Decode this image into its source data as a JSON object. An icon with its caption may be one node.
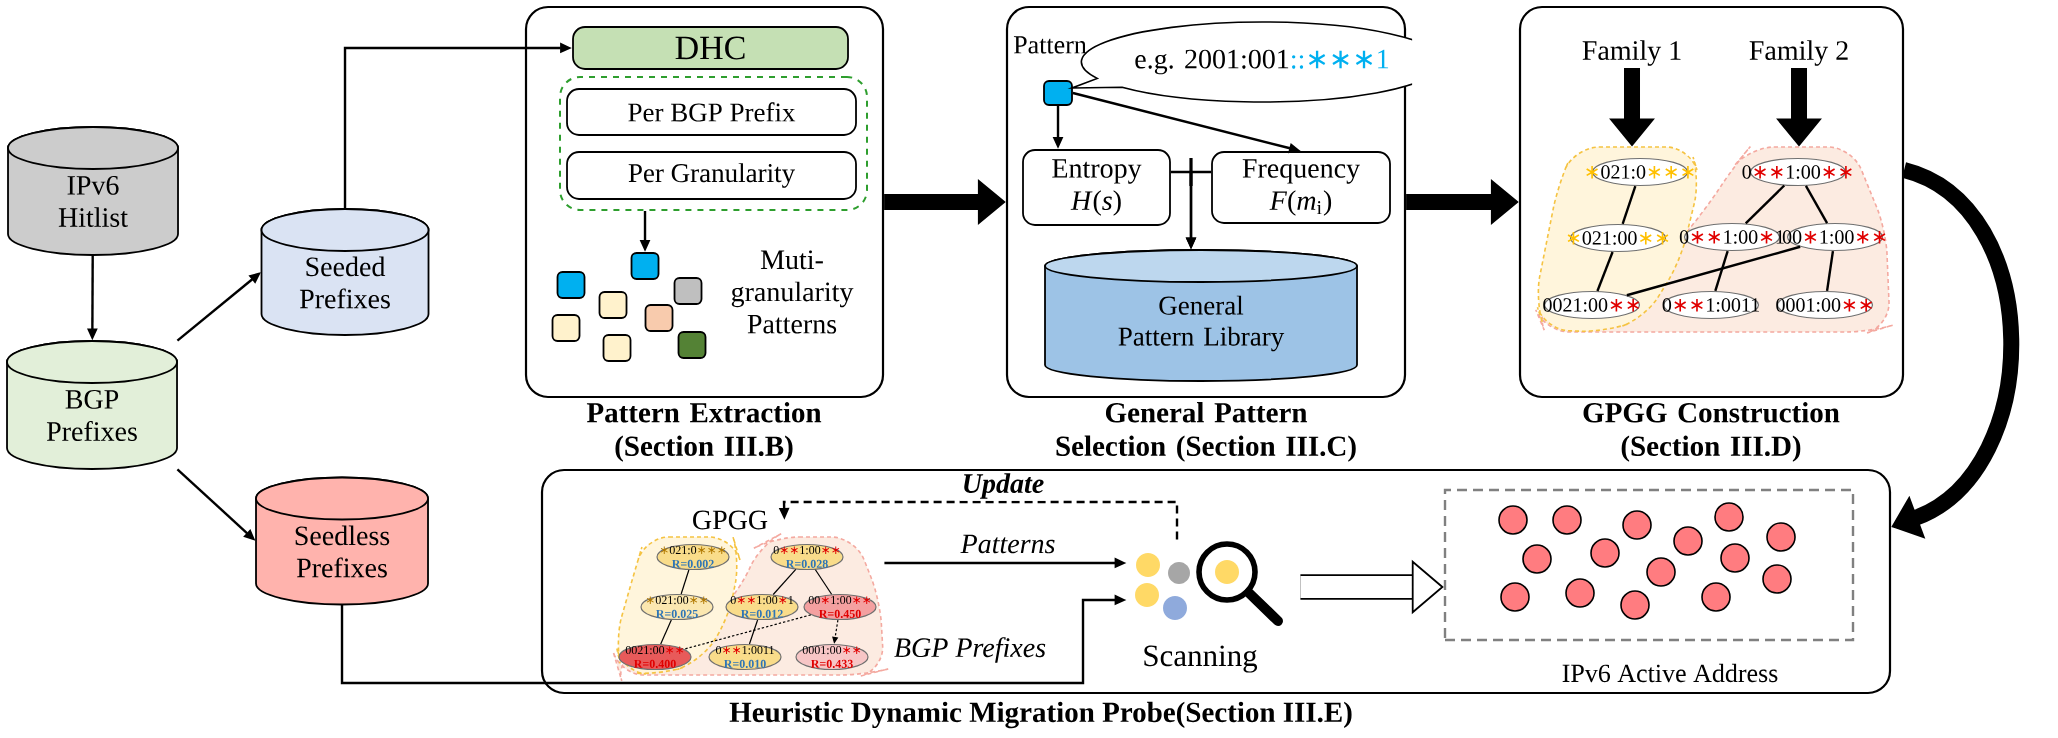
{
  "diagram": {
    "nodes": [
      {
        "text": [
          "IPv6 Hitlist"
        ]
      },
      {
        "text": [
          "BGP Prefixes"
        ]
      },
      {
        "text": [
          "Seeded Prefixes"
        ]
      },
      {
        "text": [
          "Seedless Prefixes"
        ]
      },
      {
        "text": [
          "Pattern Extraction (Section III.B)"
        ]
      },
      {
        "text": [
          "DHC"
        ],
        "in": 4
      },
      {
        "text": [],
        "shape": "box",
        "in": 4
      },
      {
        "text": [
          "Per BGP Prefix"
        ],
        "in": 6
      },
      {
        "text": [
          "Per Granularity"
        ],
        "in": 6
      },
      {
        "text": [],
        "shape": "box",
        "in": 4
      },
      {
        "text": [],
        "shape": "box",
        "in": 4
      },
      {
        "text": [],
        "shape": "box",
        "in": 4
      },
      {
        "text": [],
        "shape": "box",
        "in": 4
      },
      {
        "text": [],
        "shape": "box",
        "in": 4
      },
      {
        "text": [],
        "shape": "box",
        "in": 4
      },
      {
        "text": [],
        "shape": "box",
        "in": 4
      },
      {
        "text": [],
        "shape": "box",
        "in": 4
      },
      {
        "text": [
          "Muti- granularity Patterns"
        ],
        "in": 4
      },
      {
        "text": [
          "General Pattern Selection (Section III.C)"
        ]
      },
      {
        "text": [],
        "shape": "box",
        "in": 18
      },
      {
        "text": [
          "e.g. 2001:001",
          "::∗∗∗1"
        ],
        "in": 18
      },
      {
        "text": [
          "Entropy",
          "*H*(*s*)"
        ],
        "in": 18
      },
      {
        "text": [
          "Frequency",
          "*F*(*m*$_{i}$)"
        ],
        "in": 18
      },
      {
        "text": [
          "General Pattern Library"
        ],
        "in": 18
      },
      {
        "text": [
          "GPGG Construction (Section III.D)"
        ]
      },
      {
        "text": [
          "Family 1"
        ],
        "in": 24
      },
      {
        "text": [
          "Family 2"
        ],
        "in": 24
      },
      {
        "text": [],
        "shape": "blob",
        "in": 24
      },
      {
        "text": [],
        "shape": "blob",
        "in": 24
      },
      {
        "text": [
          "∗021:0∗∗∗"
        ],
        "in": 27
      },
      {
        "text": [
          "0∗∗1:00∗∗"
        ],
        "in": 28
      },
      {
        "text": [
          "∗021:00∗∗"
        ],
        "in": 27
      },
      {
        "text": [
          "0∗∗1:00∗1"
        ],
        "in": 28
      },
      {
        "text": [
          "00∗1:00∗∗"
        ],
        "in": 28
      },
      {
        "text": [
          "0021:00∗∗"
        ],
        "in": 27
      },
      {
        "text": [
          "0∗∗1:0011"
        ],
        "in": 28
      },
      {
        "text": [
          "0001:00∗∗"
        ],
        "in": 28
      },
      {
        "text": [
          "Heuristic Dynamic Migration Probe(Section III.E)"
        ]
      },
      {
        "text": [
          "GPGG"
        ],
        "in": 37
      },
      {
        "text": [],
        "shape": "blob",
        "in": 37
      },
      {
        "text": [],
        "shape": "blob",
        "in": 37
      },
      {
        "text": [
          "∗021:0∗∗∗",
          "R=0.002"
        ],
        "in": 39
      },
      {
        "text": [
          "0∗∗1:00∗∗",
          "R=0.028"
        ],
        "in": 40
      },
      {
        "text": [
          "∗021:00∗∗",
          "R=0.025"
        ],
        "in": 39
      },
      {
        "text": [
          "0∗∗1:00∗1",
          "R=0.012"
        ],
        "in": 40
      },
      {
        "text": [
          "00∗1:00∗∗",
          "R=0.450"
        ],
        "in": 40
      },
      {
        "text": [
          "0021:00∗∗",
          "R=0.400"
        ],
        "in": 39
      },
      {
        "text": [
          "0∗∗1:0011",
          "R=0.010"
        ],
        "in": 40
      },
      {
        "text": [
          "0001:00∗∗",
          "R=0.433"
        ],
        "in": 40
      },
      {
        "text": [
          "Scanning"
        ],
        "in": 37
      },
      {
        "text": [
          "IPv6 Active Address"
        ],
        "in": 37
      }
    ],
    "edges": [
      {
        "from": 0,
        "to": 1,
        "arrow": "to"
      },
      {
        "from": 1,
        "to": 2,
        "arrow": "to"
      },
      {
        "from": 1,
        "to": 3,
        "arrow": "to"
      },
      {
        "from": 2,
        "to": 5,
        "arrow": "to"
      },
      {
        "from": 6,
        "to": 13,
        "arrow": "to"
      },
      {
        "from": 4,
        "to": 18,
        "arrow": "to",
        "style": "thick"
      },
      {
        "from": 19,
        "to": 21,
        "arrow": "to"
      },
      {
        "from": 19,
        "to": 22,
        "arrow": "to"
      },
      {
        "from": 21,
        "to": 23,
        "arrow": "to"
      },
      {
        "from": 22,
        "to": 23,
        "arrow": "to"
      },
      {
        "from": 18,
        "to": 24,
        "arrow": "to",
        "style": "thick"
      },
      {
        "from": 25,
        "to": 27,
        "arrow": "to",
        "style": "thick"
      },
      {
        "from": 26,
        "to": 28,
        "arrow": "to",
        "style": "thick"
      },
      {
        "from": 29,
        "to": 31,
        "arrow": "none"
      },
      {
        "from": 31,
        "to": 34,
        "arrow": "none"
      },
      {
        "from": 30,
        "to": 32,
        "arrow": "none"
      },
      {
        "from": 30,
        "to": 33,
        "arrow": "none"
      },
      {
        "from": 32,
        "to": 35,
        "arrow": "none"
      },
      {
        "from": 33,
        "to": 34,
        "arrow": "none"
      },
      {
        "from": 33,
        "to": 36,
        "arrow": "none"
      },
      {
        "from": 24,
        "to": 37,
        "arrow": "to",
        "style": "thick"
      },
      {
        "from": 41,
        "to": 43,
        "arrow": "none"
      },
      {
        "from": 43,
        "to": 46,
        "arrow": "none"
      },
      {
        "from": 42,
        "to": 44,
        "arrow": "none"
      },
      {
        "from": 42,
        "to": 45,
        "arrow": "none"
      },
      {
        "from": 44,
        "to": 47,
        "arrow": "none"
      },
      {
        "from": 45,
        "to": 46,
        "arrow": "none",
        "style": "dashed"
      },
      {
        "from": 45,
        "to": 48,
        "arrow": "to",
        "style": "dashed"
      },
      {
        "from": 40,
        "to": 49,
        "arrow": "to",
        "label": "Patterns"
      },
      {
        "from": 3,
        "to": 49,
        "arrow": "to",
        "label": "BGP Prefixes"
      },
      {
        "from": 49,
        "to": 38,
        "arrow": "to",
        "style": "dashed",
        "label": "Update"
      },
      {
        "from": 49,
        "to": 50,
        "arrow": "to",
        "style": "thick"
      }
    ],
    "labels": [
      "Pattern"
    ]
  }
}
